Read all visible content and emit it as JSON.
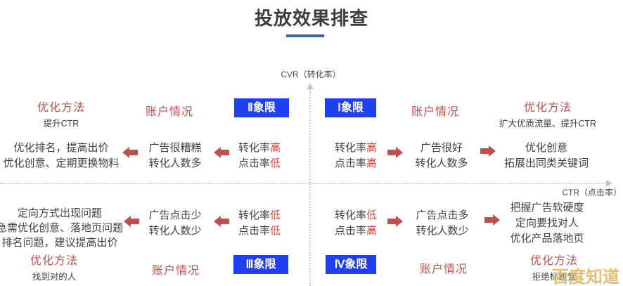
{
  "title": "投放效果排查",
  "watermark": "百度知道",
  "axes": {
    "y": "CVR（转化率）",
    "x": "CTR（点击率）"
  },
  "labels": {
    "method": "优化方法",
    "account": "账户情况"
  },
  "quadrant1": {
    "name": "Ⅰ象限",
    "method_note": "扩大优质流量、提升CTR",
    "metric1_label": "转化率",
    "metric1_value": "高",
    "metric2_label": "点击率",
    "metric2_value": "高",
    "account_line1": "广告很好",
    "account_line2": "转化人数多",
    "action_line1": "优化创意",
    "action_line2": "拓展出同类关键词"
  },
  "quadrant2": {
    "name": "Ⅱ象限",
    "method_note": "提升CTR",
    "metric1_label": "转化率",
    "metric1_value": "高",
    "metric2_label": "点击率",
    "metric2_value": "低",
    "account_line1": "广告很糟糕",
    "account_line2": "转化人数多",
    "action_line1": "优化排名，提高出价",
    "action_line2": "优化创意、定期更换物料"
  },
  "quadrant3": {
    "name": "Ⅲ象限",
    "method_note": "找到对的人",
    "metric1_label": "转化率",
    "metric1_value": "低",
    "metric2_label": "点击率",
    "metric2_value": "低",
    "account_line1": "广告点击少",
    "account_line2": "转化人数少",
    "action_line1": "定向方式出现问题",
    "action_line2": "急需优化创意、落地页问题",
    "action_line3": "排名问题，建议提高出价"
  },
  "quadrant4": {
    "name": "Ⅳ象限",
    "method_note": "拒绝标题党",
    "metric1_label": "转化率",
    "metric1_value": "低",
    "metric2_label": "点击率",
    "metric2_value": "高",
    "account_line1": "广告点击多",
    "account_line2": "转化人数少",
    "action_line1": "把握广告软硬度",
    "action_line2": "定向要找对人",
    "action_line3": "优化产品落地页"
  },
  "colors": {
    "accent_red": "#c0504d",
    "highlight_red": "#d04a40",
    "quadrant_blue": "#1e3ef0",
    "underline_blue": "#3a66a8",
    "watermark_gold": "#dcb45c"
  },
  "icons": {
    "arrow_left": "solid-left-block-arrow",
    "arrow_right": "solid-right-block-arrow",
    "axis_arrow_up": "triangle-up",
    "axis_arrow_right": "triangle-right"
  }
}
